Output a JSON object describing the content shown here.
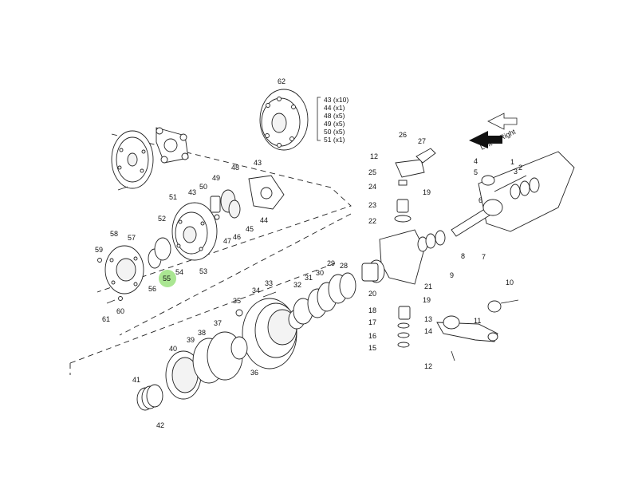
{
  "diagram": {
    "highlight_color": "#9be27f",
    "direction": {
      "left": "Left",
      "right": "Right"
    },
    "kit": {
      "ref": "62",
      "items": [
        "43 (x10)",
        "44 (x1)",
        "48 (x5)",
        "49 (x5)",
        "50 (x5)",
        "51 (x1)"
      ]
    },
    "highlighted_label": "55",
    "labels": [
      "1",
      "2",
      "3",
      "4",
      "5",
      "6",
      "7",
      "8",
      "9",
      "10",
      "11",
      "12",
      "12",
      "13",
      "14",
      "15",
      "16",
      "17",
      "18",
      "19",
      "19",
      "20",
      "21",
      "22",
      "23",
      "24",
      "25",
      "26",
      "27",
      "28",
      "29",
      "30",
      "31",
      "32",
      "33",
      "34",
      "35",
      "36",
      "37",
      "38",
      "39",
      "40",
      "41",
      "42",
      "43",
      "43",
      "44",
      "45",
      "46",
      "47",
      "48",
      "49",
      "50",
      "51",
      "52",
      "53",
      "54",
      "55",
      "56",
      "57",
      "58",
      "59",
      "60",
      "61",
      "62"
    ]
  }
}
